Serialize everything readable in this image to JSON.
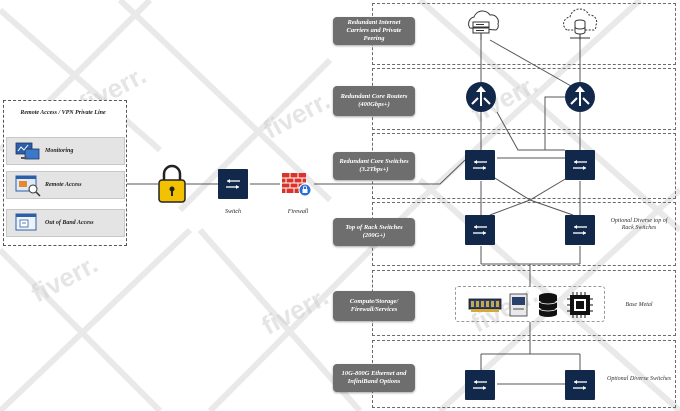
{
  "remote_access": {
    "title": "Remote Access / VPN Private Line",
    "items": [
      {
        "label": "Monitoring",
        "icon": "monitoring-icon"
      },
      {
        "label": "Remote Access",
        "icon": "remote-access-icon"
      },
      {
        "label": "Out of Band Access",
        "icon": "out-of-band-icon"
      }
    ]
  },
  "edge": {
    "switch_caption": "Switch",
    "firewall_caption": "Firewall"
  },
  "layers": {
    "internet": "Redundant Internet Carriers and Private Peering",
    "core_routers": "Redundant Core Routers (400Gbps+)",
    "core_switches": "Redundant Core Switches (3.2Tbps+)",
    "tor": "Top of Rack Switches (200G+)",
    "compute": "Compute/Storage/ Firewall/Services",
    "fabric": "10G-800G Ethernet and InfiniBand Options"
  },
  "notes": {
    "tor": "Optional Diverse top of Rack Switches",
    "compute": "Base Metal",
    "fabric": "Optional Diverse Switches"
  },
  "watermark": "fiverr.",
  "colors": {
    "switch_fill": "#12284a",
    "label_fill": "#6e6e6e",
    "lock_fill": "#f2c200",
    "firewall_fill": "#d9342b",
    "firewall_badge": "#2a6fd6"
  }
}
